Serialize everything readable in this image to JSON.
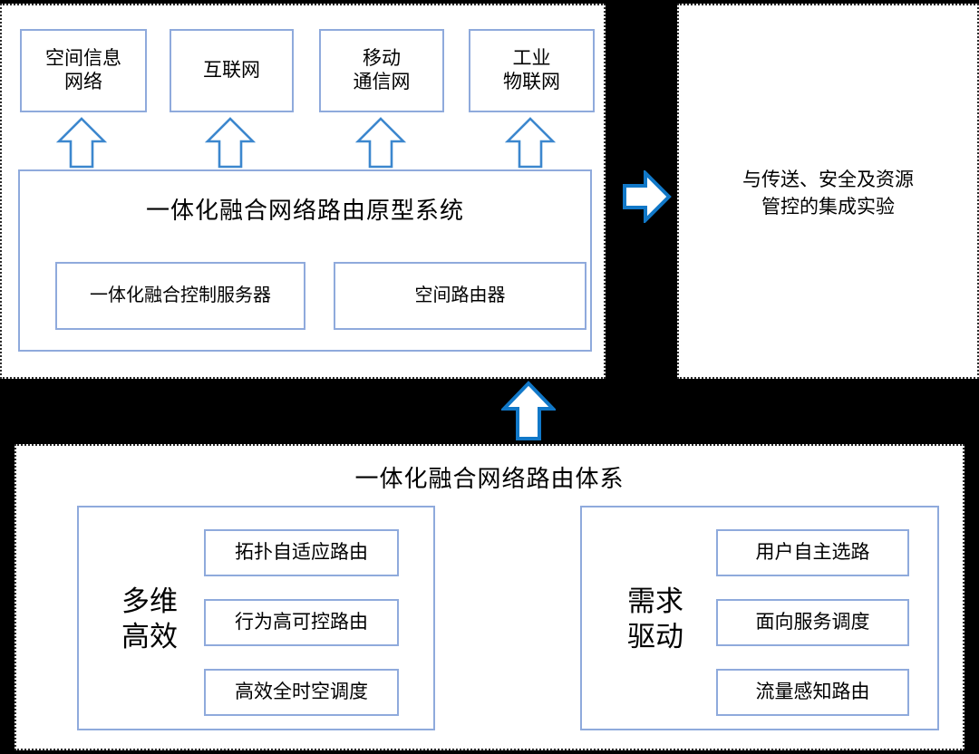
{
  "diagram": {
    "prototype_panel": {
      "networks": [
        {
          "label": "空间信息\n网络"
        },
        {
          "label": "互联网"
        },
        {
          "label": "移动\n通信网"
        },
        {
          "label": "工业\n物联网"
        }
      ],
      "system_title": "一体化融合网络路由原型系统",
      "subsystems": [
        {
          "label": "一体化融合控制服务器"
        },
        {
          "label": "空间路由器"
        }
      ]
    },
    "integration_panel": {
      "text": "与传送、安全及资源\n管控的集成实验"
    },
    "architecture_panel": {
      "title": "一体化融合网络路由体系",
      "groups": [
        {
          "label": "多维\n高效",
          "items": [
            {
              "label": "拓扑自适应路由"
            },
            {
              "label": "行为高可控路由"
            },
            {
              "label": "高效全时空调度"
            }
          ]
        },
        {
          "label": "需求\n驱动",
          "items": [
            {
              "label": "用户自主选路"
            },
            {
              "label": "面向服务调度"
            },
            {
              "label": "流量感知路由"
            }
          ]
        }
      ]
    },
    "arrows": [
      {
        "name": "arrow-up-icon",
        "direction": "up"
      },
      {
        "name": "arrow-up-icon",
        "direction": "up"
      },
      {
        "name": "arrow-up-icon",
        "direction": "up"
      },
      {
        "name": "arrow-up-icon",
        "direction": "up"
      },
      {
        "name": "arrow-right-icon",
        "direction": "right"
      },
      {
        "name": "arrow-up-icon",
        "direction": "up"
      }
    ],
    "colors": {
      "box_border": "#8FAADC",
      "arrow_outline_small": "#3C87CE",
      "arrow_outline_large": "#1178C8",
      "arrow_fill": "#FFFFFF",
      "panel_border": "#2B2B2B",
      "panel_background": "#FFFFFF",
      "page_background": "#000000",
      "text": "#000000"
    }
  }
}
